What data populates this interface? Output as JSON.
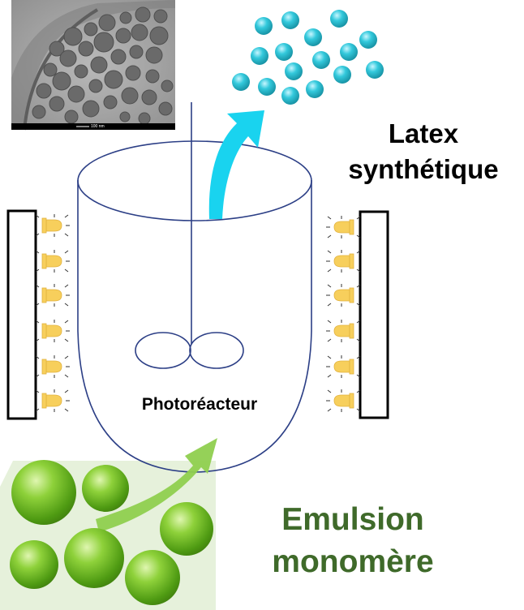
{
  "reactor": {
    "label": "Photoréacteur"
  },
  "output": {
    "label_line1": "Latex",
    "label_line2": "synthétique",
    "arrow_color": "#19d3ef",
    "particle_color": "#23b9cc"
  },
  "input": {
    "label_line1": "Emulsion",
    "label_line2": "monomère",
    "label_color": "#3f6a2a",
    "arrow_color": "#8fcf4f",
    "droplet_color": "#6fb81c",
    "panel_color": "#e6f1db"
  },
  "micrograph": {
    "scale_text": "100 nm"
  },
  "lamps": {
    "led_color": "#f7cf5c"
  }
}
